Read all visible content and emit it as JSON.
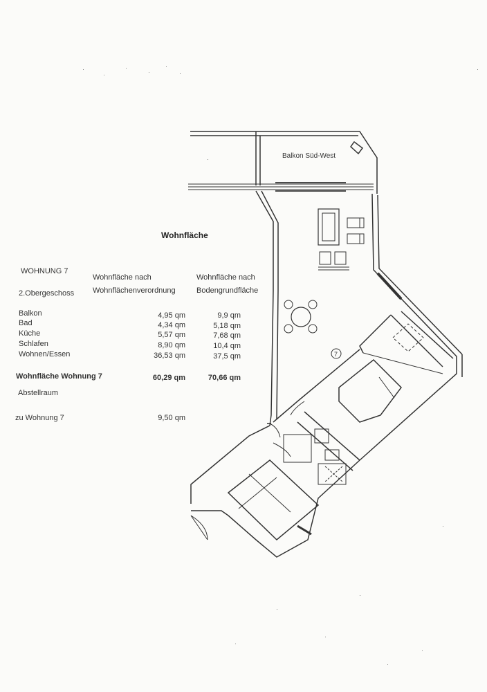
{
  "title": "Wohnfläche",
  "apartment": "WOHNUNG 7",
  "floor": "2.Obergeschoss",
  "col1_header_line1": "Wohnfläche nach",
  "col1_header_line2": "Wohnflächenverordnung",
  "col2_header_line1": "Wohnfläche nach",
  "col2_header_line2": "Bodengrundfläche",
  "rows": [
    {
      "room": "Balkon",
      "v1": "4,95 qm",
      "v2": "9,9 qm"
    },
    {
      "room": "Bad",
      "v1": "4,34 qm",
      "v2": "5,18 qm"
    },
    {
      "room": "Küche",
      "v1": "5,57 qm",
      "v2": "7,68 qm"
    },
    {
      "room": "Schlafen",
      "v1": "8,90 qm",
      "v2": "10,4 qm"
    },
    {
      "room": "Wohnen/Essen",
      "v1": "36,53 qm",
      "v2": "37,5 qm"
    }
  ],
  "total": {
    "label": "Wohnfläche Wohnung 7",
    "v1": "60,29 qm",
    "v2": "70,66 qm"
  },
  "storage_label": "Abstellraum",
  "storage_sub": "zu Wohnung 7",
  "storage_value": "9,50 qm",
  "plan": {
    "balcony_label": "Balkon Süd-West",
    "unit_marker": "7"
  }
}
